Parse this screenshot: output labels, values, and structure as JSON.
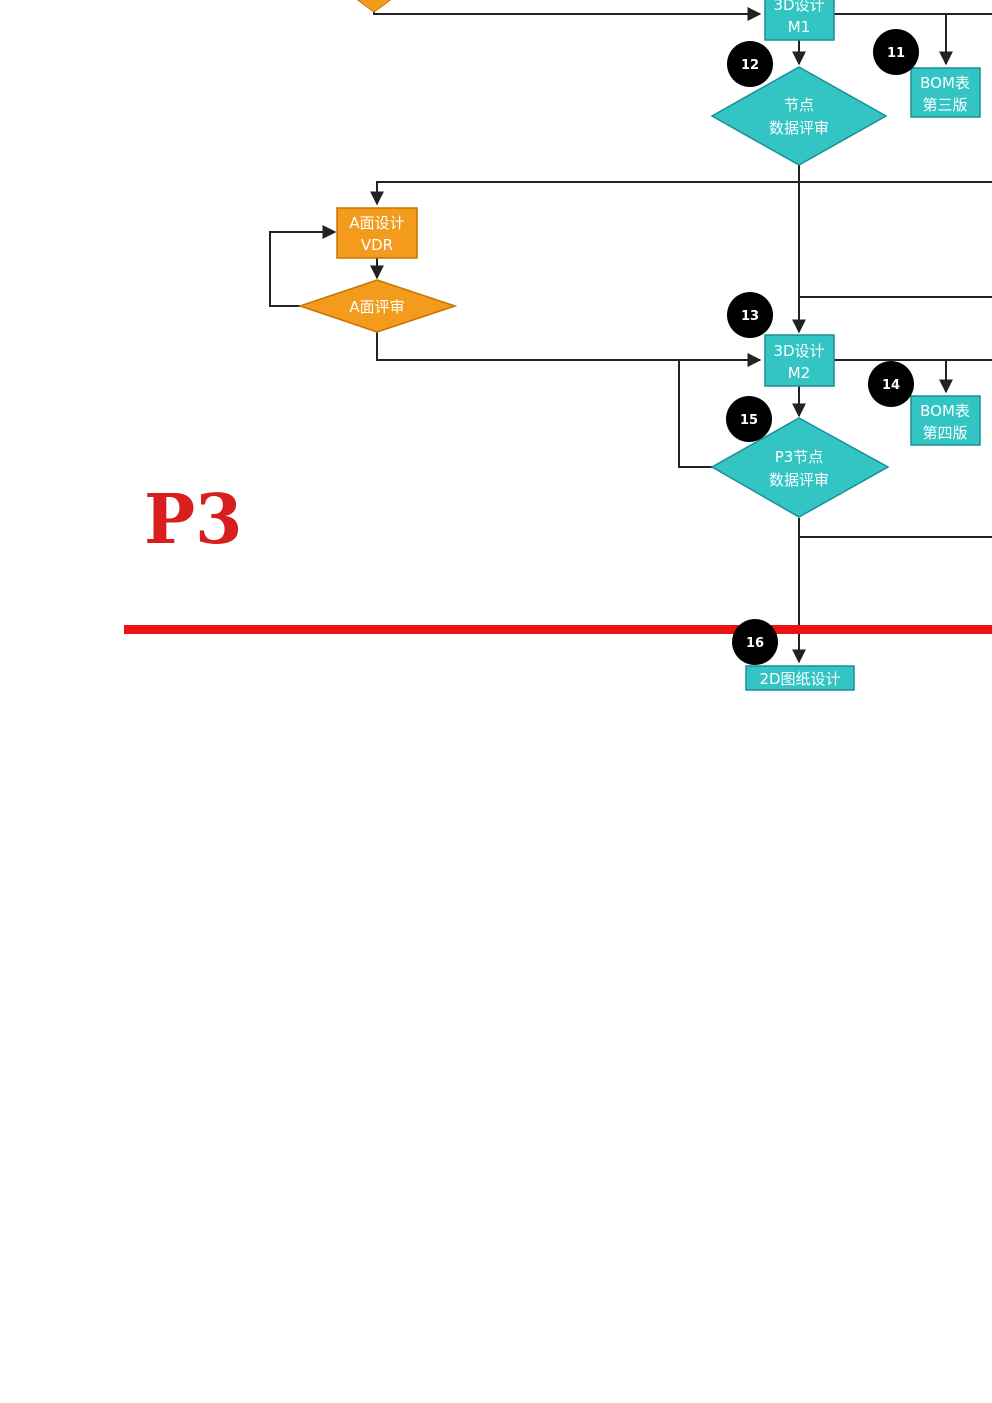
{
  "colors": {
    "cyan_fill": "#33c4c4",
    "cyan_stroke": "#1a8f99",
    "cyan_text": "#ffffff",
    "orange_fill": "#f29b1d",
    "orange_stroke": "#c77500",
    "orange_text": "#ffffff",
    "badge": "#000000",
    "phase_line": "#ee1111",
    "phase_label": "#d81e1e",
    "connector": "#222222"
  },
  "phase": {
    "label": "P3"
  },
  "nodes": {
    "design_3d_m1": {
      "line1": "3D设计",
      "line2": "M1"
    },
    "bom_v3": {
      "line1": "BOM表",
      "line2": "第三版"
    },
    "review_node": {
      "line1": "节点",
      "line2": "数据评审"
    },
    "a_surface_design": {
      "line1": "A面设计",
      "line2": "VDR"
    },
    "a_surface_review": {
      "line1": "A面评审"
    },
    "design_3d_m2": {
      "line1": "3D设计",
      "line2": "M2"
    },
    "bom_v4": {
      "line1": "BOM表",
      "line2": "第四版"
    },
    "p3_review": {
      "line1": "P3节点",
      "line2": "数据评审"
    },
    "drawing_2d": {
      "line1": "2D图纸设计"
    }
  },
  "badges": {
    "b11": "11",
    "b12": "12",
    "b13": "13",
    "b14": "14",
    "b15": "15",
    "b16": "16"
  }
}
